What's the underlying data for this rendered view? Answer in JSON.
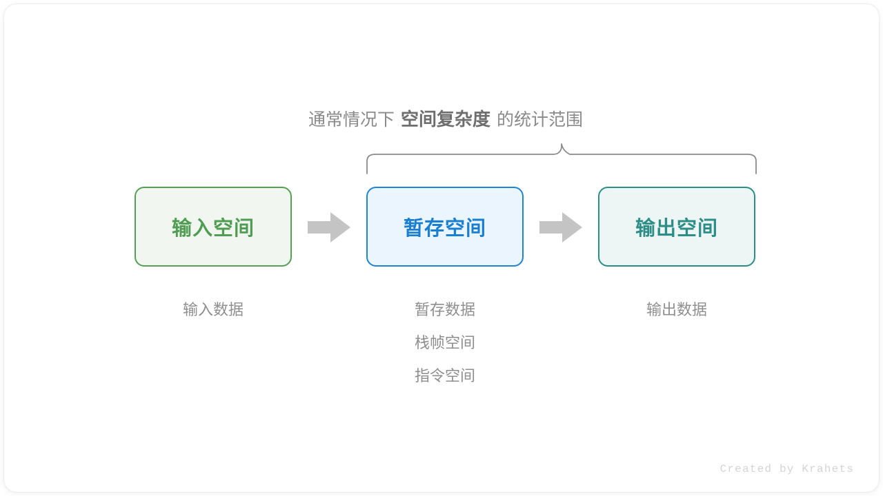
{
  "diagram": {
    "scope_title": {
      "prefix": "通常情况下",
      "emphasis": "空间复杂度",
      "suffix": "的统计范围"
    },
    "brace": {
      "label": "brace-over-temp-and-output",
      "color": "#8a8a8a"
    },
    "nodes": [
      {
        "id": "input",
        "label": "输入空间",
        "border_color": "#55a052",
        "fill_color": "#f1f7f0",
        "text_color": "#4f9c52"
      },
      {
        "id": "temp",
        "label": "暂存空间",
        "border_color": "#1e84d4",
        "fill_color": "#eaf5fd",
        "text_color": "#1b7fd1"
      },
      {
        "id": "output",
        "label": "输出空间",
        "border_color": "#2c8d87",
        "fill_color": "#eef6f5",
        "text_color": "#2d8e88"
      }
    ],
    "arrows": [
      {
        "id": "input-to-temp",
        "color": "#c4c4c4"
      },
      {
        "id": "temp-to-output",
        "color": "#c4c4c4"
      }
    ],
    "captions": [
      {
        "id": "input",
        "lines": [
          "输入数据"
        ]
      },
      {
        "id": "temp",
        "lines": [
          "暂存数据",
          "栈帧空间",
          "指令空间"
        ]
      },
      {
        "id": "output",
        "lines": [
          "输出数据"
        ]
      }
    ],
    "watermark": "Created by Krahets"
  }
}
